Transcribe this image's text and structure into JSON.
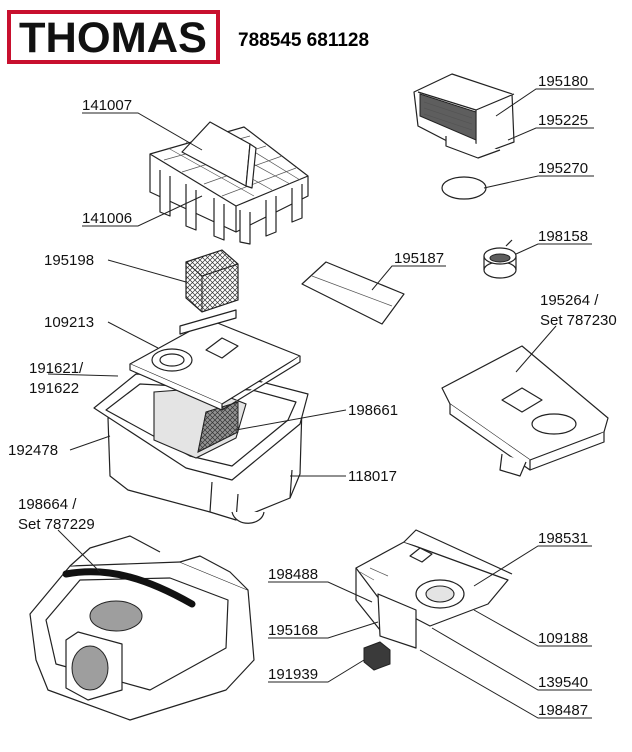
{
  "header": {
    "brand": "THOMAS",
    "article_numbers": "788545 681128"
  },
  "parts": [
    {
      "id": "p141007",
      "label": "141007"
    },
    {
      "id": "p141006",
      "label": "141006"
    },
    {
      "id": "p195198",
      "label": "195198"
    },
    {
      "id": "p109213",
      "label": "109213"
    },
    {
      "id": "p191621",
      "label": "191621/",
      "label2": "191622"
    },
    {
      "id": "p192478",
      "label": "192478"
    },
    {
      "id": "p198661",
      "label": "198661"
    },
    {
      "id": "p118017",
      "label": "118017"
    },
    {
      "id": "p198664",
      "label": "198664 /",
      "label2": "Set 787229"
    },
    {
      "id": "p195180",
      "label": "195180"
    },
    {
      "id": "p195225",
      "label": "195225"
    },
    {
      "id": "p195270",
      "label": "195270"
    },
    {
      "id": "p198158",
      "label": "198158"
    },
    {
      "id": "p195187",
      "label": "195187"
    },
    {
      "id": "p195264",
      "label": "195264 /",
      "label2": "Set 787230"
    },
    {
      "id": "p198531",
      "label": "198531"
    },
    {
      "id": "p198488",
      "label": "198488"
    },
    {
      "id": "p195168",
      "label": "195168"
    },
    {
      "id": "p191939",
      "label": "191939"
    },
    {
      "id": "p109188",
      "label": "109188"
    },
    {
      "id": "p139540",
      "label": "139540"
    },
    {
      "id": "p198487",
      "label": "198487"
    }
  ],
  "colors": {
    "brand_red": "#c8102e",
    "line": "#222222",
    "shade": "#e4e4e4",
    "dark_part": "#5e5e5e"
  }
}
